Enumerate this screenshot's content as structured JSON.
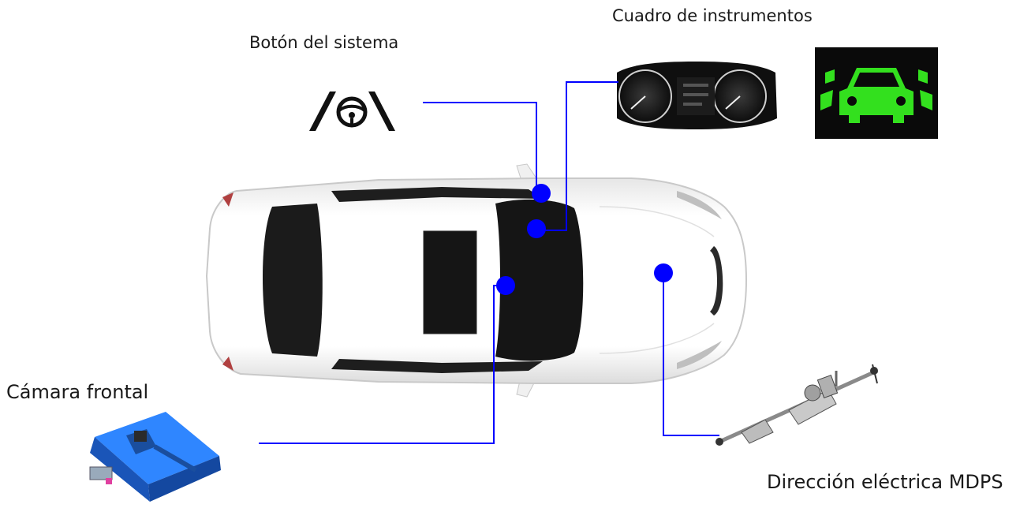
{
  "labels": {
    "system_button": "Botón del sistema",
    "instrument_cluster": "Cuadro de instrumentos",
    "front_camera": "Cámara frontal",
    "mdps": "Dirección eléctrica MDPS"
  },
  "icons": {
    "system_button": "lane-keeping-steering-icon",
    "cluster_indicator": "lane-keeping-car-indicator-icon"
  },
  "colors": {
    "connector": "#0000ff",
    "marker": "#0000ff",
    "indicator_green": "#33e01e",
    "indicator_bg": "#0a0a0a",
    "camera_body": "#1f6fe0"
  }
}
